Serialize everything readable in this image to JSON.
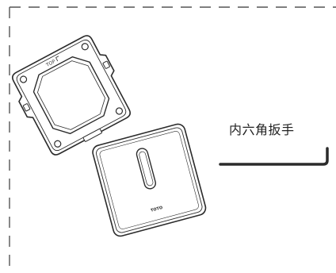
{
  "mounting_plate": {
    "orientation_mark": "TOP"
  },
  "sensor_panel": {
    "brand": "TOTO"
  },
  "hex_wrench": {
    "label": "内六角扳手"
  },
  "colors": {
    "line": "#2b2b2b",
    "dash": "#555555",
    "background": "#ffffff"
  }
}
